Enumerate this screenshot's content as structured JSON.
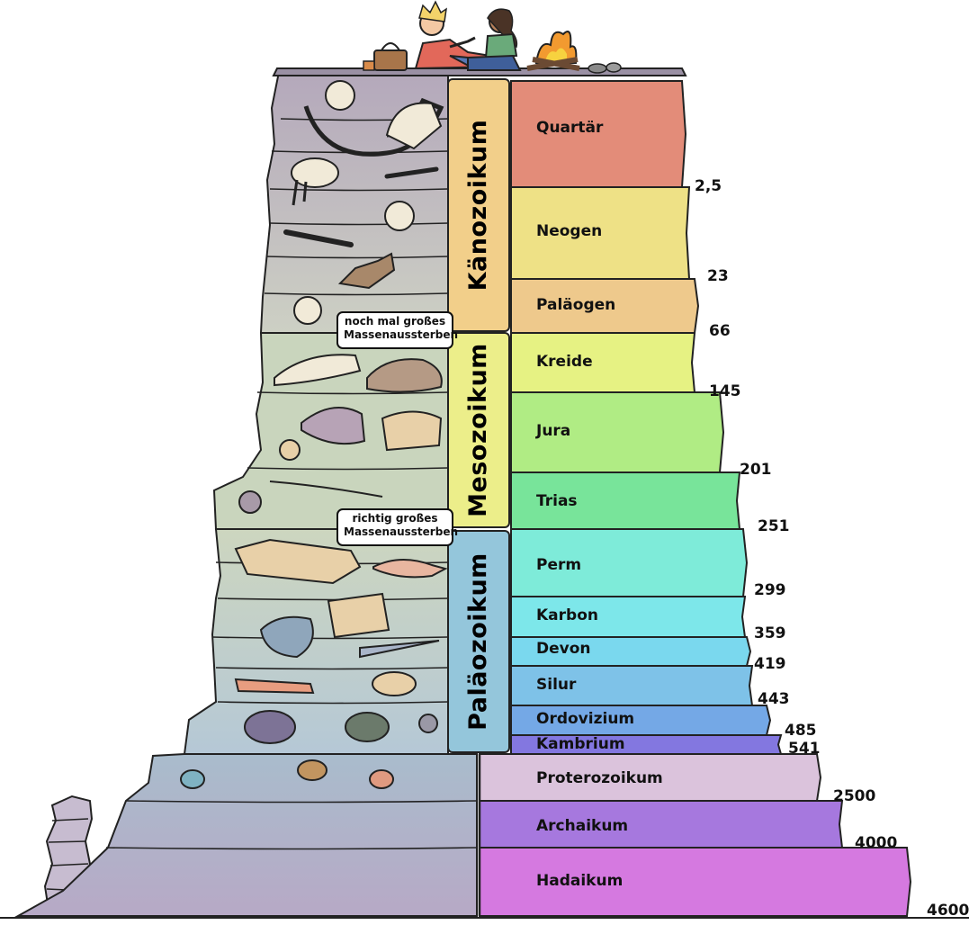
{
  "eras": [
    {
      "name": "Känozoikum",
      "color": "#f2cf8a"
    },
    {
      "name": "Mesozoikum",
      "color": "#ecee8a"
    },
    {
      "name": "Paläozoikum",
      "color": "#94c6db"
    }
  ],
  "periods": [
    {
      "name": "Quartär",
      "color": "#e38c79"
    },
    {
      "name": "Neogen",
      "color": "#eee186"
    },
    {
      "name": "Paläogen",
      "color": "#eec98c"
    },
    {
      "name": "Kreide",
      "color": "#e6f283"
    },
    {
      "name": "Jura",
      "color": "#b0ec84"
    },
    {
      "name": "Trias",
      "color": "#78e49a"
    },
    {
      "name": "Perm",
      "color": "#7eebd9"
    },
    {
      "name": "Karbon",
      "color": "#7de7ea"
    },
    {
      "name": "Devon",
      "color": "#7ad8ee"
    },
    {
      "name": "Silur",
      "color": "#7ec2e8"
    },
    {
      "name": "Ordovizium",
      "color": "#74a8e6"
    },
    {
      "name": "Kambrium",
      "color": "#8377e0"
    },
    {
      "name": "Proterozoikum",
      "color": "#dbc3dc"
    },
    {
      "name": "Archaikum",
      "color": "#a678de"
    },
    {
      "name": "Hadaikum",
      "color": "#d579e0"
    }
  ],
  "boundaries": [
    "2,5",
    "23",
    "66",
    "145",
    "201",
    "251",
    "299",
    "359",
    "419",
    "443",
    "485",
    "541",
    "2500",
    "4000",
    "4600"
  ],
  "events": [
    {
      "line1": "noch mal großes",
      "line2": "Massenaussterben"
    },
    {
      "line1": "richtig großes",
      "line2": "Massenaussterben"
    }
  ],
  "colors": {
    "rock_cenozoic": "#c1b6c6",
    "rock_mesozoic": "#c7d2b9",
    "rock_paleozoic": "#b7c9d7",
    "rock_precambrian": "#c3b5cd",
    "outline": "#222222"
  }
}
